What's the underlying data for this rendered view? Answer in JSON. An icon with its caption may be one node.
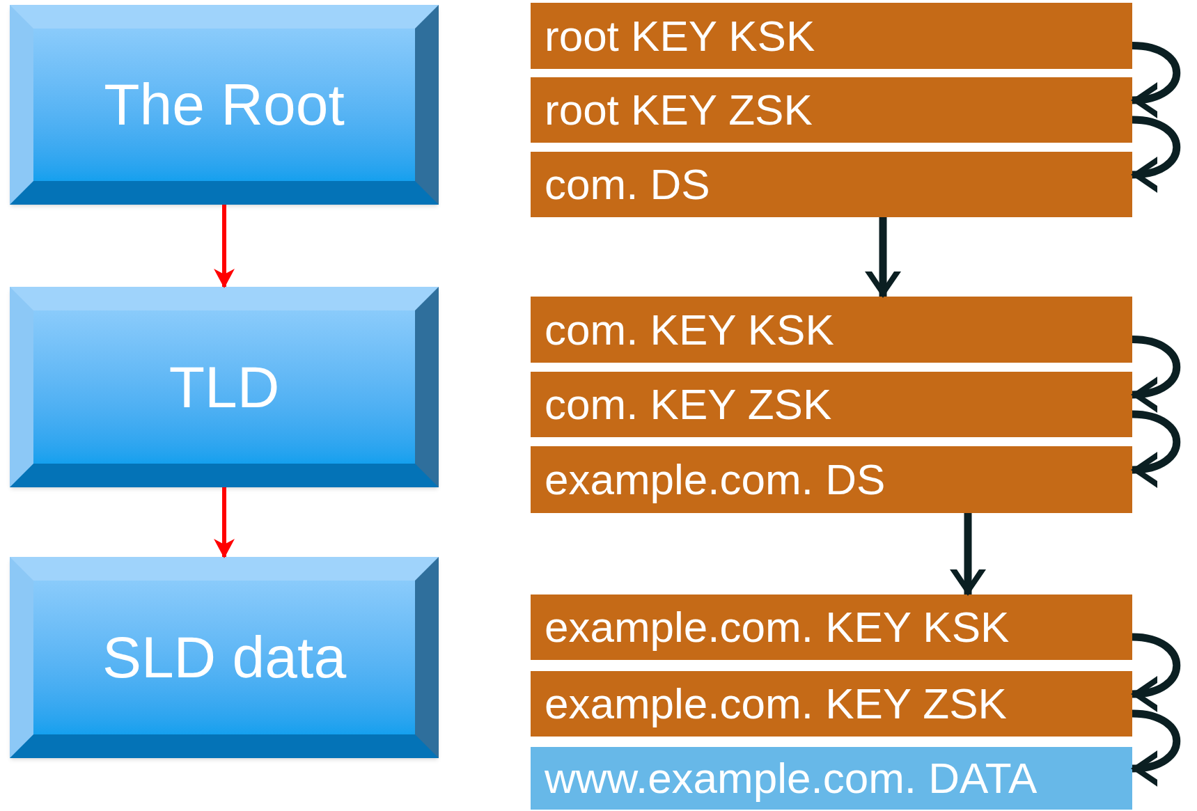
{
  "diagram": {
    "nodes": [
      {
        "text": [
          "The Root"
        ]
      },
      {
        "text": [
          "TLD"
        ]
      },
      {
        "text": [
          "SLD data"
        ]
      },
      {
        "text": [
          "root KEY KSK"
        ]
      },
      {
        "text": [
          "root KEY ZSK"
        ]
      },
      {
        "text": [
          "com. DS"
        ]
      },
      {
        "text": [
          "com. KEY KSK"
        ]
      },
      {
        "text": [
          "com. KEY ZSK"
        ]
      },
      {
        "text": [
          "example.com. DS"
        ]
      },
      {
        "text": [
          "example.com. KEY KSK"
        ]
      },
      {
        "text": [
          "example.com. KEY ZSK"
        ]
      },
      {
        "text": [
          "www.example.com. DATA"
        ]
      }
    ],
    "edges": [
      {
        "from": 0,
        "to": 1,
        "arrow": "to",
        "color": "#ff0000"
      },
      {
        "from": 1,
        "to": 2,
        "arrow": "to",
        "color": "#ff0000"
      },
      {
        "from": 3,
        "to": 4,
        "arrow": "to"
      },
      {
        "from": 4,
        "to": 5,
        "arrow": "to"
      },
      {
        "from": 5,
        "to": 6,
        "arrow": "to"
      },
      {
        "from": 6,
        "to": 7,
        "arrow": "to"
      },
      {
        "from": 7,
        "to": 8,
        "arrow": "to"
      },
      {
        "from": 8,
        "to": 9,
        "arrow": "to"
      },
      {
        "from": 9,
        "to": 10,
        "arrow": "to"
      },
      {
        "from": 10,
        "to": 11,
        "arrow": "to"
      }
    ]
  }
}
